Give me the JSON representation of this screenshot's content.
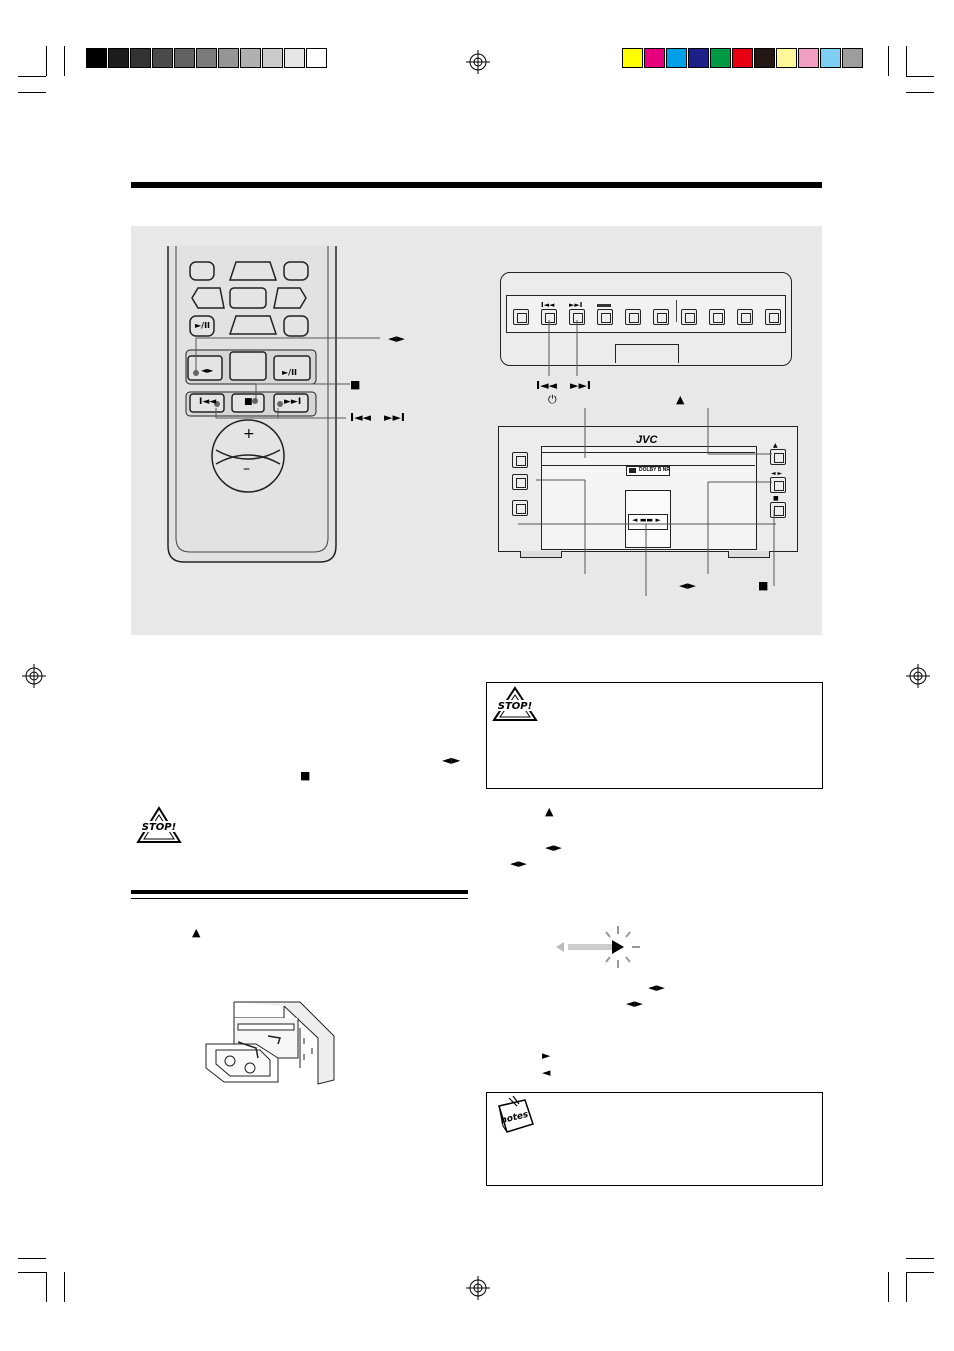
{
  "color_bar": {
    "grays": [
      "#000000",
      "#1c1c1c",
      "#333333",
      "#4a4a4a",
      "#626262",
      "#7b7b7b",
      "#959595",
      "#b0b0b0",
      "#cbcbcb",
      "#e6e6e6",
      "#ffffff"
    ],
    "colors": [
      "#ffff00",
      "#e6007e",
      "#00a0e9",
      "#1d2088",
      "#009944",
      "#e60012",
      "#231815",
      "#fff799",
      "#f19ec2",
      "#7ecef4",
      "#9d9d9d"
    ]
  },
  "accent": {
    "panel_bg": "#e8e8e8",
    "rule": "#000000"
  },
  "remote": {
    "play_pause_label": "►/II",
    "play_dir_label": "◄►",
    "prev_label": "I◄◄",
    "stop_label": "■",
    "next_label": "►►I",
    "vol_plus": "+",
    "vol_minus": "–"
  },
  "callouts": {
    "remote_play_dir": "◄►",
    "remote_stop": "■",
    "remote_skip_prev": "I◄◄",
    "remote_skip_next": "►►I",
    "top_prev": "I◄◄",
    "top_next": "►►I",
    "top_standby": "⏻",
    "top_eject": "▲",
    "bottom_play_dir": "◄►",
    "bottom_stop": "■"
  },
  "deck": {
    "brand": "JVC",
    "dolby": "DOLBY B NR",
    "panel_prev": "I◄◄",
    "panel_next": "►►I",
    "side_eject": "▲",
    "side_play": "◄ ►",
    "side_stop": "■",
    "center_window": "◄ ▬▬ ►"
  },
  "text_symbols": {
    "left_play_dir": "◄►",
    "left_stop": "■",
    "left_eject": "▲",
    "right_eject": "▲",
    "right_play_dir_1": "◄►",
    "right_play_dir_2": "◄►",
    "right_play_dir_3": "◄►",
    "right_play_dir_4": "◄►",
    "forward_arrow": "►",
    "reverse_arrow": "◄"
  },
  "icons": {
    "stop_badge": "STOP!",
    "notes_badge": "notes"
  }
}
